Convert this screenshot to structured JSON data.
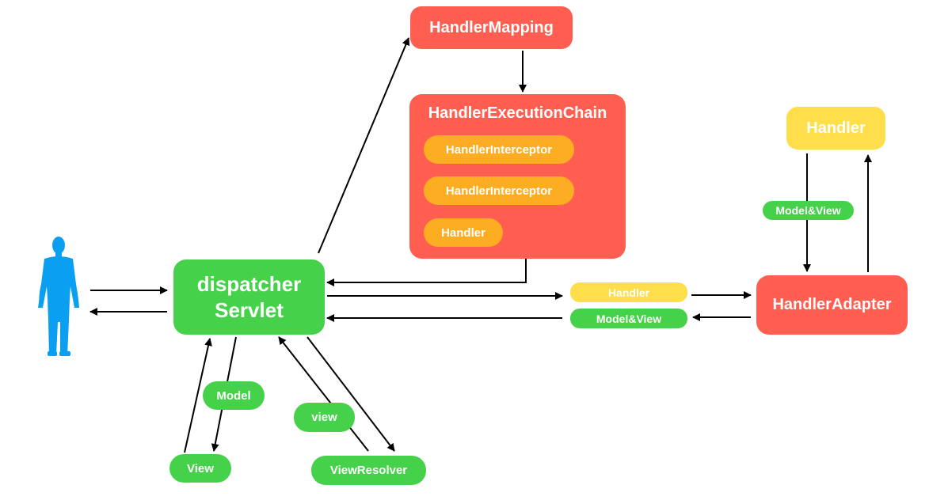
{
  "nodes": {
    "handler_mapping": "HandlerMapping",
    "handler_execution_chain": {
      "title": "HandlerExecutionChain",
      "items": [
        "HandlerInterceptor",
        "HandlerInterceptor",
        "Handler"
      ]
    },
    "handler_top": "Handler",
    "model_view_right": "Model&View",
    "handler_adapter": "HandlerAdapter",
    "dispatcher_servlet_line1": "dispatcher",
    "dispatcher_servlet_line2": "Servlet",
    "handler_mid": "Handler",
    "model_view_mid": "Model&View",
    "model": "Model",
    "view_lower": "view",
    "view_capital": "View",
    "view_resolver": "ViewResolver"
  },
  "colors": {
    "red": "#ff5e50",
    "orange": "#fdad22",
    "yellow": "#fede4a",
    "green": "#45d24a",
    "user": "#0a9ff0",
    "arrow": "#000000"
  },
  "icons": {
    "user": "person-silhouette-icon"
  }
}
